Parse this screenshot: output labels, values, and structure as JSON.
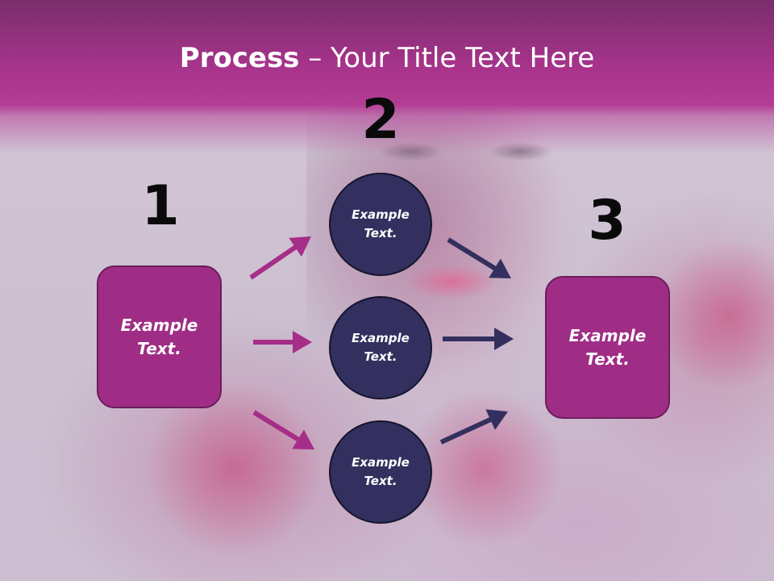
{
  "title": {
    "bold": "Process",
    "rest": " – Your Title Text Here"
  },
  "steps": [
    {
      "number": "1",
      "label": "Example\nText."
    },
    {
      "number": "2",
      "items": [
        "Example\nText.",
        "Example\nText.",
        "Example\nText."
      ]
    },
    {
      "number": "3",
      "label": "Example\nText."
    }
  ],
  "colors": {
    "header": "#a8348c",
    "box_fill": "#a02d85",
    "circle_fill": "#33305f",
    "arrow_left": "#a62d88",
    "arrow_right": "#33305f"
  }
}
